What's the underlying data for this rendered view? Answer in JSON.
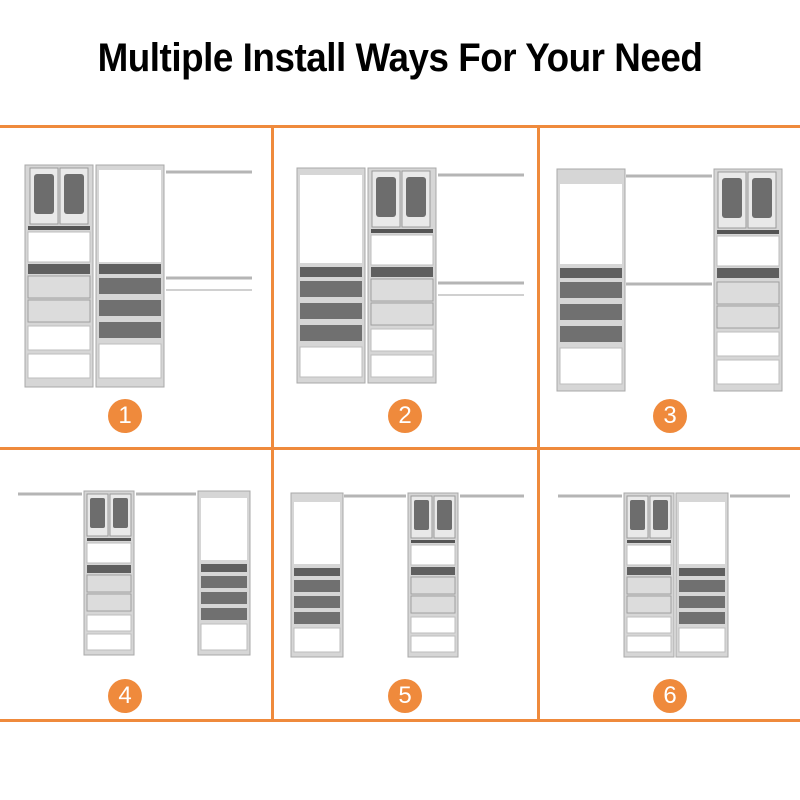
{
  "title": "Multiple Install Ways For Your Need",
  "options": [
    {
      "number": "1"
    },
    {
      "number": "2"
    },
    {
      "number": "3"
    },
    {
      "number": "4"
    },
    {
      "number": "5"
    },
    {
      "number": "6"
    }
  ],
  "colors": {
    "accent": "#ef8a3c",
    "closet_frame": "#c9c9c9",
    "closet_dark": "#5f5f5f",
    "rod": "#bdbdbd",
    "background": "#ffffff"
  }
}
